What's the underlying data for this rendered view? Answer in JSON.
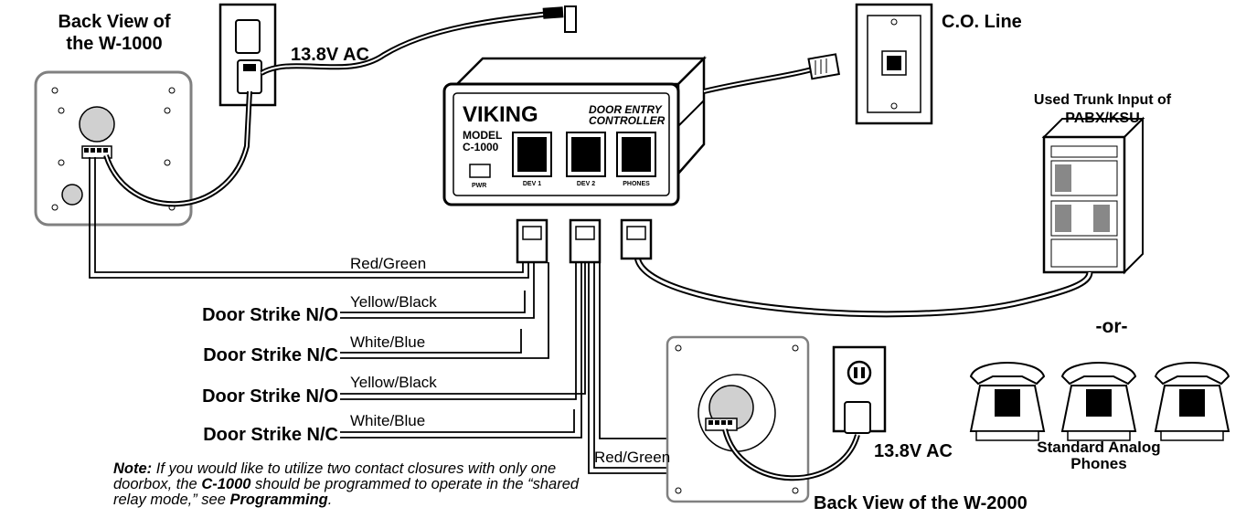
{
  "labels": {
    "back_view_w1000_line1": "Back View of",
    "back_view_w1000_line2": "the W-1000",
    "power_top": "13.8V AC",
    "co_line": "C.O. Line",
    "trunk_line1": "Used Trunk Input of",
    "trunk_line2": "PABX/KSU",
    "or": "-or-",
    "phones_line1": "Standard Analog",
    "phones_line2": "Phones",
    "power_bottom": "13.8V AC",
    "back_view_w2000": "Back View of the W-2000"
  },
  "controller": {
    "brand": "VIKING",
    "title_line1": "DOOR ENTRY",
    "title_line2": "CONTROLLER",
    "model_line1": "MODEL",
    "model_line2": "C-1000",
    "pwr": "PWR",
    "dev1": "DEV 1",
    "dev2": "DEV 2",
    "phones": "PHONES"
  },
  "wires": {
    "red_green_top": "Red/Green",
    "yellow_black_1": "Yellow/Black",
    "white_blue_1": "White/Blue",
    "yellow_black_2": "Yellow/Black",
    "white_blue_2": "White/Blue",
    "red_green_bottom": "Red/Green"
  },
  "door_strikes": {
    "no_1": "Door Strike N/O",
    "nc_1": "Door Strike N/C",
    "no_2": "Door Strike N/O",
    "nc_2": "Door Strike N/C"
  },
  "note": {
    "label": "Note:",
    "text1": " If you would like to utilize two contact closures with only one doorbox, the ",
    "model": "C-1000",
    "text2": " should be programmed to operate in the “shared relay mode,” see ",
    "link": "Programming",
    "text3": "."
  }
}
